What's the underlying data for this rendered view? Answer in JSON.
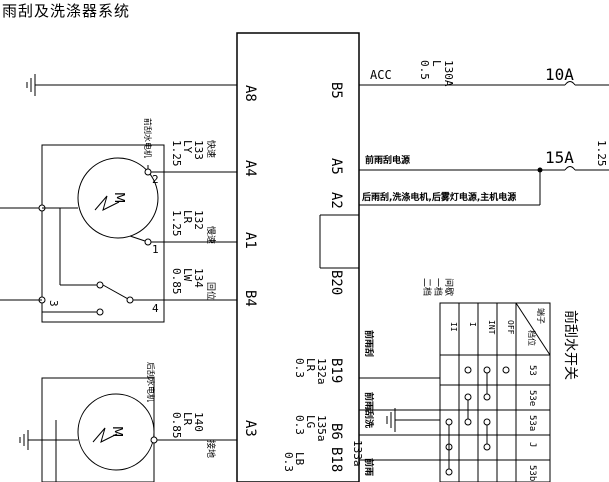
{
  "title": "雨刮及洗涤器系统",
  "connector_pins": {
    "A8": "A8",
    "B5": "B5",
    "A4": "A4",
    "A5": "A5",
    "A2": "A2",
    "A1": "A1",
    "B20": "B20",
    "B4": "B4",
    "B19": "B19",
    "A3": "A3",
    "B6": "B6",
    "B18": "B18"
  },
  "wires": {
    "acc_label": "ACC",
    "w_130a": [
      "130A",
      "L",
      "0.5"
    ],
    "w_133": [
      "133",
      "LY",
      "1.25"
    ],
    "w_132": [
      "132",
      "LR",
      "1.25"
    ],
    "w_134": [
      "134",
      "LW",
      "0.85"
    ],
    "w_132a": [
      "132a",
      "LR",
      "0.3"
    ],
    "w_140": [
      "140",
      "LR",
      "0.85"
    ],
    "w_135a": [
      "135a",
      "LG",
      "0.3"
    ],
    "w_133a": [
      "133a",
      "LB",
      "0.3"
    ],
    "w_125": "1.25"
  },
  "fuses": {
    "f1": "10A",
    "f2": "15A"
  },
  "labels": {
    "front_wiper_power": "前雨刮电源",
    "rear_power": "后雨刮,洗涤电机,后雾灯电源,主机电源",
    "front_motor": "前刮水电机",
    "rear_motor": "后刮水电机",
    "fast": "快速",
    "slow": "慢速",
    "park": "回位",
    "gnd": "接地",
    "front_wiper_sig": "前雨刮",
    "front_washer_sig": "前雨刮洗",
    "front_sig2": "前雨",
    "motor": "M",
    "pin1": "1",
    "pin2": "2",
    "pin3": "3",
    "pin4": "4"
  },
  "switch": {
    "title": "前刮水开关",
    "header": [
      "端子",
      "档位"
    ],
    "modes": [
      "OFF",
      "INT",
      "I",
      "II"
    ],
    "terminals": [
      "53",
      "53e",
      "53a",
      "J",
      "53b"
    ],
    "legend": [
      "间歇",
      "一档",
      "二档"
    ]
  }
}
